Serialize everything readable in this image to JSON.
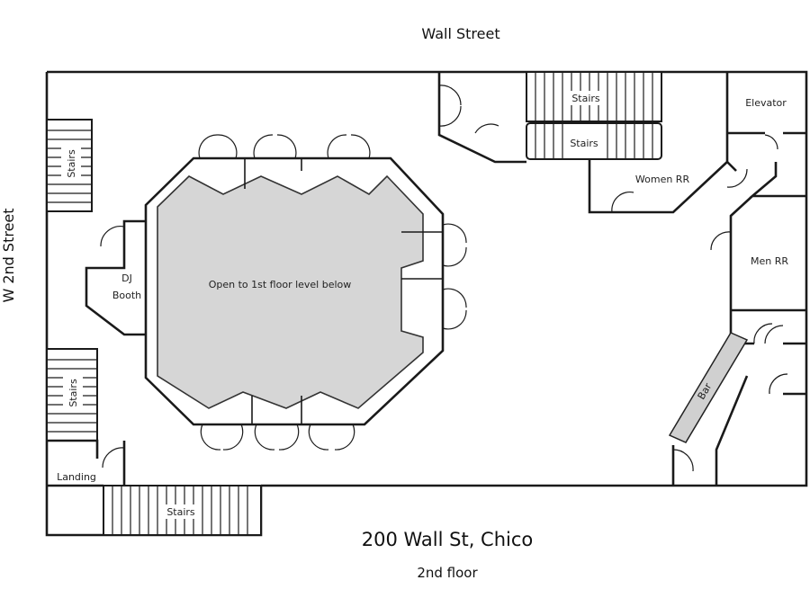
{
  "streets": {
    "north": "Wall Street",
    "west": "W 2nd Street"
  },
  "address": "200 Wall St, Chico",
  "floor": "2nd floor",
  "rooms": {
    "elevator": "Elevator",
    "women_rr": "Women RR",
    "men_rr": "Men RR",
    "dj_booth_line1": "DJ",
    "dj_booth_line2": "Booth",
    "open_area": "Open to 1st floor level below",
    "bar": "Bar",
    "landing": "Landing"
  },
  "stairs": {
    "top_upper": "Stairs",
    "top_lower": "Stairs",
    "left_upper": "Stairs",
    "left_lower": "Stairs",
    "bottom": "Stairs"
  }
}
